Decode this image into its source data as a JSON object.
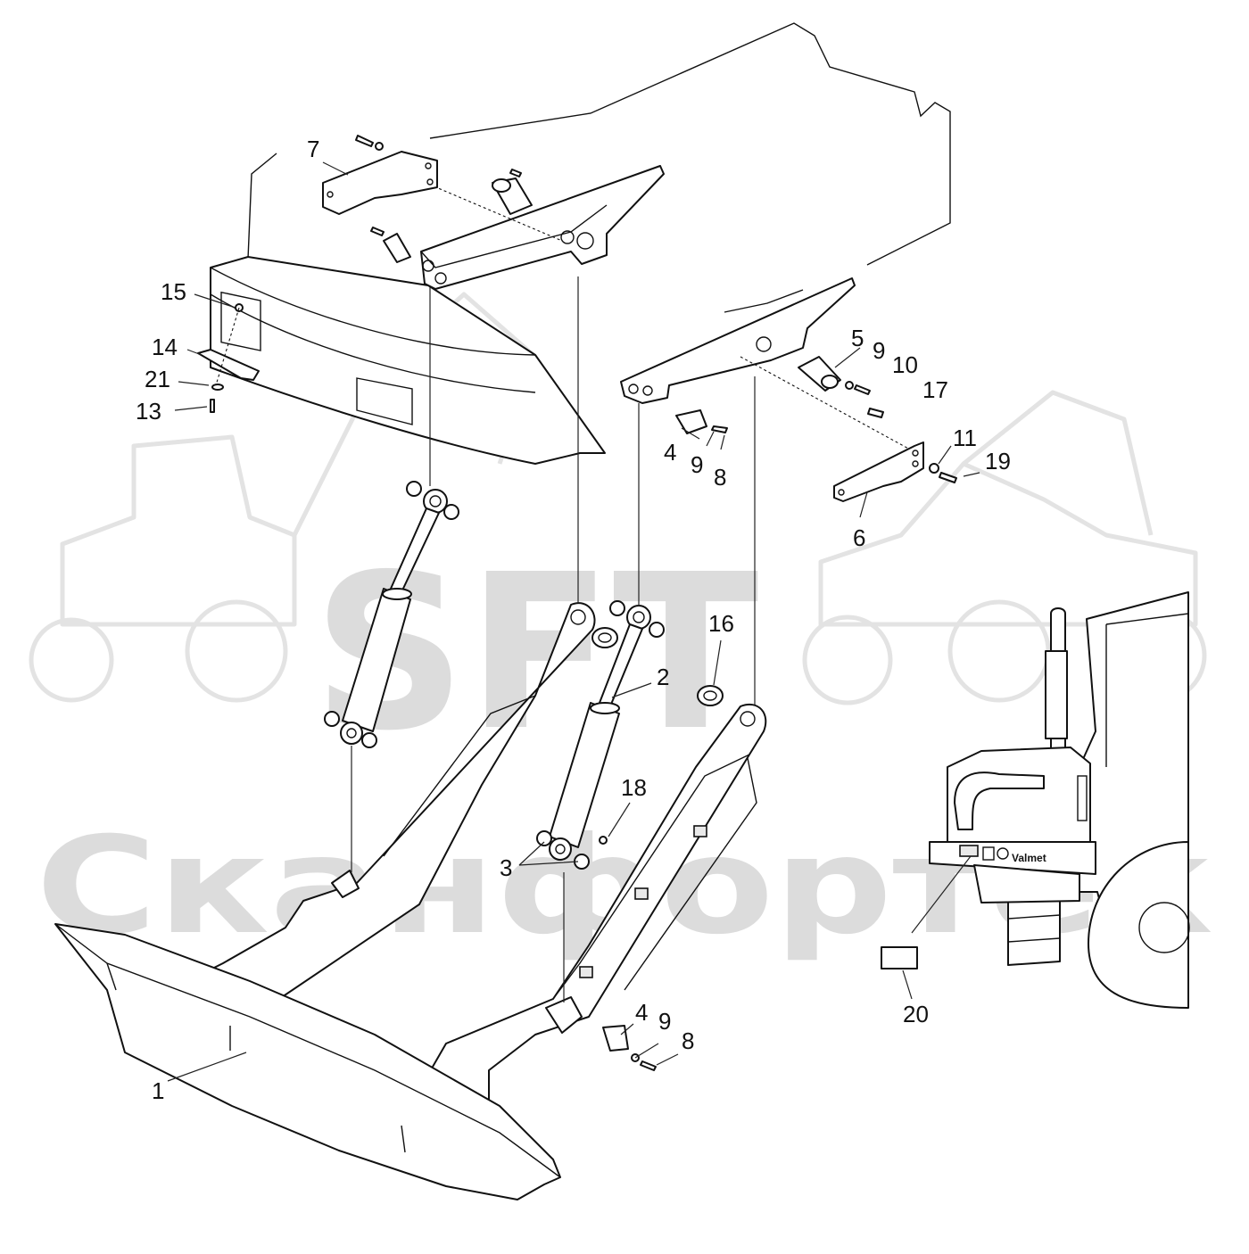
{
  "watermark": {
    "logo": "SFT",
    "company": "Сканфортек"
  },
  "callouts": [
    {
      "id": "c1",
      "label": "1"
    },
    {
      "id": "c2",
      "label": "2"
    },
    {
      "id": "c3",
      "label": "3"
    },
    {
      "id": "c4a",
      "label": "4"
    },
    {
      "id": "c4b",
      "label": "4"
    },
    {
      "id": "c5",
      "label": "5"
    },
    {
      "id": "c6",
      "label": "6"
    },
    {
      "id": "c7",
      "label": "7"
    },
    {
      "id": "c8a",
      "label": "8"
    },
    {
      "id": "c8b",
      "label": "8"
    },
    {
      "id": "c9a",
      "label": "9"
    },
    {
      "id": "c9b",
      "label": "9"
    },
    {
      "id": "c9c",
      "label": "9"
    },
    {
      "id": "c10",
      "label": "10"
    },
    {
      "id": "c11",
      "label": "11"
    },
    {
      "id": "c13",
      "label": "13"
    },
    {
      "id": "c14",
      "label": "14"
    },
    {
      "id": "c15",
      "label": "15"
    },
    {
      "id": "c16",
      "label": "16"
    },
    {
      "id": "c17",
      "label": "17"
    },
    {
      "id": "c18",
      "label": "18"
    },
    {
      "id": "c19",
      "label": "19"
    },
    {
      "id": "c20",
      "label": "20"
    },
    {
      "id": "c21",
      "label": "21"
    }
  ],
  "machine": {
    "brand": "Valmet"
  },
  "colors": {
    "line": "#111111",
    "watermark": "#dcdcdc",
    "background": "#ffffff"
  }
}
